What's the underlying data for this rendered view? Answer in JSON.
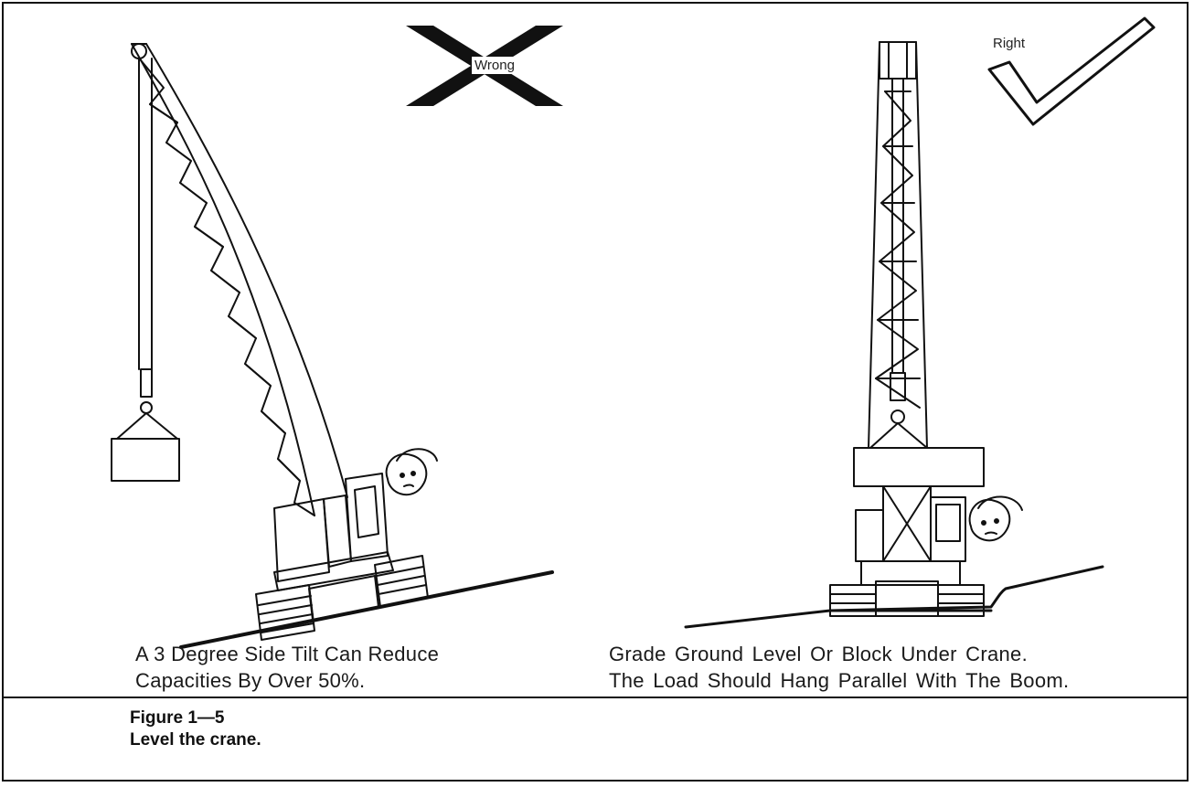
{
  "labels": {
    "wrong": "Wrong",
    "right": "Right"
  },
  "captions": {
    "left": [
      "A 3 Degree Side Tilt Can Reduce",
      "Capacities By Over 50%."
    ],
    "right": [
      "Grade Ground Level Or Block Under Crane.",
      "The Load Should Hang Parallel With The Boom."
    ]
  },
  "figure": {
    "number": "Figure 1—5",
    "title": "Level the crane."
  },
  "icons": {
    "wrong_mark": "x-mark-icon",
    "right_mark": "check-mark-icon"
  },
  "colors": {
    "ink": "#111111",
    "background": "#ffffff"
  }
}
